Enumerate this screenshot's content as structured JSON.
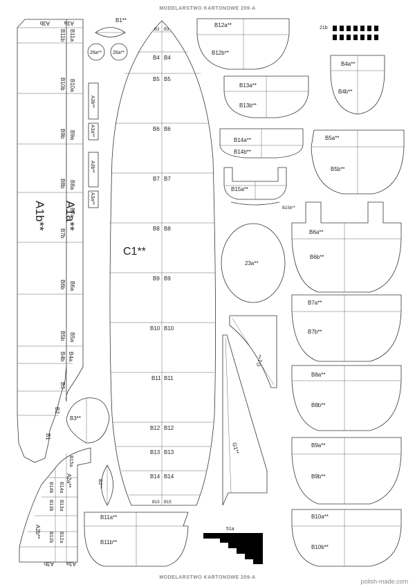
{
  "header_text": "MODELARSTWO KARTONOWE 209-A",
  "footer_text": "MODELARSTWO KARTONOWE 209-A",
  "watermark": "polish-made.com",
  "colors": {
    "outline": "#333333",
    "fold": "#666666",
    "black_part": "#000000",
    "page": "#ffffff"
  },
  "parts": {
    "A3b_top": "A3b",
    "A3a_top": "A3a",
    "B11b": "B11b",
    "B11a": "B11a",
    "B10b": "B10b",
    "B10a": "B10a",
    "B9b": "B9b",
    "B9a": "B9a",
    "B8b": "B8b",
    "B8a": "B8a",
    "A1b": "A1b**",
    "A1a": "A1a**",
    "B7b": "B7b",
    "B7a": "B7a",
    "B6b": "B6b",
    "B6a": "B6a",
    "B5b": "B5b",
    "B5a": "B5a",
    "B4b": "B4b",
    "B4a": "B4a",
    "B3": "B3",
    "B2": "B2",
    "B1": "B1",
    "B1_top": "B1**",
    "p26a_1": "26a**",
    "p26a_2": "26a**",
    "A3b_mid": "A3b**",
    "A3a_mid": "A3a**",
    "A3b_mid2": "A3b**",
    "A3a_mid2": "A3a**",
    "C1": "C1**",
    "keel": [
      "B3",
      "B3",
      "B4",
      "B4",
      "B5",
      "B5",
      "B6",
      "B6",
      "B7",
      "B7",
      "B8",
      "B8",
      "B9",
      "B9",
      "B10",
      "B10",
      "B11",
      "B11",
      "B12",
      "B12",
      "B13",
      "B13",
      "B14",
      "B14",
      "B15",
      "B15"
    ],
    "B3_star": "B3**",
    "B2_star": "B2**",
    "B15a": "B15a",
    "A2a": "A2a**",
    "B14b": "B14b",
    "B14a": "B14a",
    "B13b": "B13b",
    "B13a": "B13a",
    "A2b": "A2b**",
    "B12b": "B12b",
    "B12a": "B12a",
    "A3b_bot": "A3b",
    "A3a_bot": "A3a",
    "B11a_star": "B11a**",
    "B11b_star": "B11b**",
    "B12a_star": "B12a**",
    "B12b_star": "B12b**",
    "p21b": "21b",
    "B4a_star": "B4a**",
    "B4b_star": "B4b**",
    "B13a_star": "B13a**",
    "B13b_star": "B13b**",
    "B14a_star": "B14a**",
    "B14b_star": "B14b**",
    "B5a_star": "B5a**",
    "B5b_star": "B5b**",
    "B15a_star": "B15a**",
    "B15b_star": "B15b**",
    "B6a_star": "B6a**",
    "B6b_star": "B6b**",
    "p23a": "23a**",
    "B7a_star": "B7a**",
    "B7b_star": "B7b**",
    "G1_a": "G1**",
    "G1_b": "G1**",
    "B8a_star": "B8a**",
    "B8b_star": "B8b**",
    "B9a_star": "B9a**",
    "B9b_star": "B9b**",
    "B10a_star": "B10a**",
    "B10b_star": "B10b**",
    "p51a": "51a"
  }
}
